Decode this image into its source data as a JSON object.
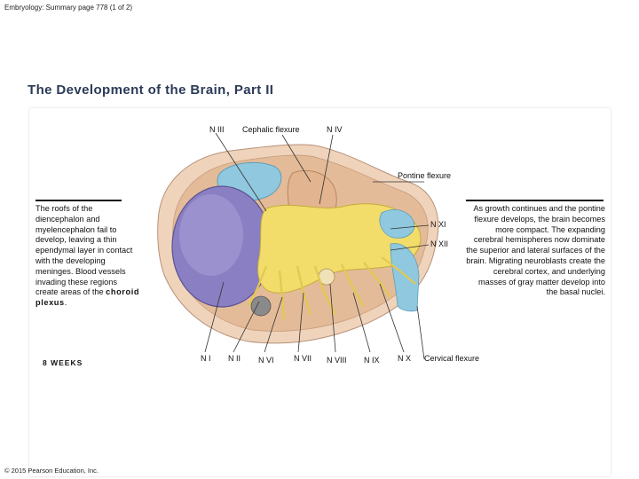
{
  "header": {
    "text": "Embryology: Summary page 778 (1 of 2)"
  },
  "title": "The Development of the Brain, Part II",
  "labels_top": {
    "n3": "N III",
    "cephalic": "Cephalic flexure",
    "n4": "N IV",
    "pontine": "Pontine flexure"
  },
  "labels_right": {
    "n11": "N XI",
    "n12": "N XII"
  },
  "labels_bottom": {
    "n1": "N I",
    "n2": "N II",
    "n6": "N VI",
    "n7": "N VII",
    "n8": "N VIII",
    "n9": "N IX",
    "n10": "N X",
    "cervical": "Cervical flexure"
  },
  "left_text": {
    "body": "The roofs of the diencephalon and myelencephalon fail to develop, leaving a thin ependymal layer in contact with the developing meninges. Blood vessels invading these regions create areas of the",
    "bold": "choroid plexus",
    "end": "."
  },
  "right_text": "As growth continues and the pontine flexure develops, the brain becomes more compact. The expanding cerebral hemispheres now dominate the superior and lateral surfaces of the brain. Migrating neuroblasts create the cerebral cortex, and underlying masses of gray matter develop into the basal nuclei.",
  "weeks": "8 WEEKS",
  "copyright": "© 2015 Pearson Education, Inc.",
  "colors": {
    "title": "#2b3a57",
    "hemisphere": "#8a7fc2",
    "skin": "#e9c7aa",
    "yellow": "#f2dd6a",
    "cyan": "#8fc8df",
    "pink": "#e2b48f"
  }
}
